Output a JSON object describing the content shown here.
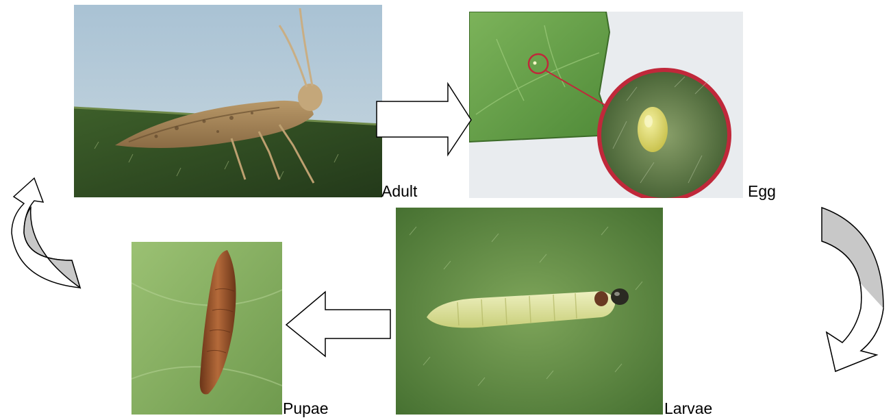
{
  "diagram": {
    "stages": [
      {
        "id": "adult",
        "label": "Adult",
        "image": "adult moth on leaf"
      },
      {
        "id": "egg",
        "label": "Egg",
        "image": "egg on leaf with magnified inset"
      },
      {
        "id": "larvae",
        "label": "Larvae",
        "image": "pale green caterpillar on leaf"
      },
      {
        "id": "pupae",
        "label": "Pupae",
        "image": "brown pupa on leaf"
      }
    ],
    "arrows": [
      {
        "from": "adult",
        "to": "egg",
        "style": "block-arrow-right"
      },
      {
        "from": "egg",
        "to": "larvae",
        "style": "curved-arrow-down"
      },
      {
        "from": "larvae",
        "to": "pupae",
        "style": "block-arrow-left"
      },
      {
        "from": "pupae",
        "to": "adult",
        "style": "curved-arrow-up"
      }
    ]
  },
  "colors": {
    "arrow_fill": "#ffffff",
    "arrow_shade": "#c8c8c8",
    "arrow_stroke": "#000000",
    "egg_inset_ring": "#c0283a"
  }
}
